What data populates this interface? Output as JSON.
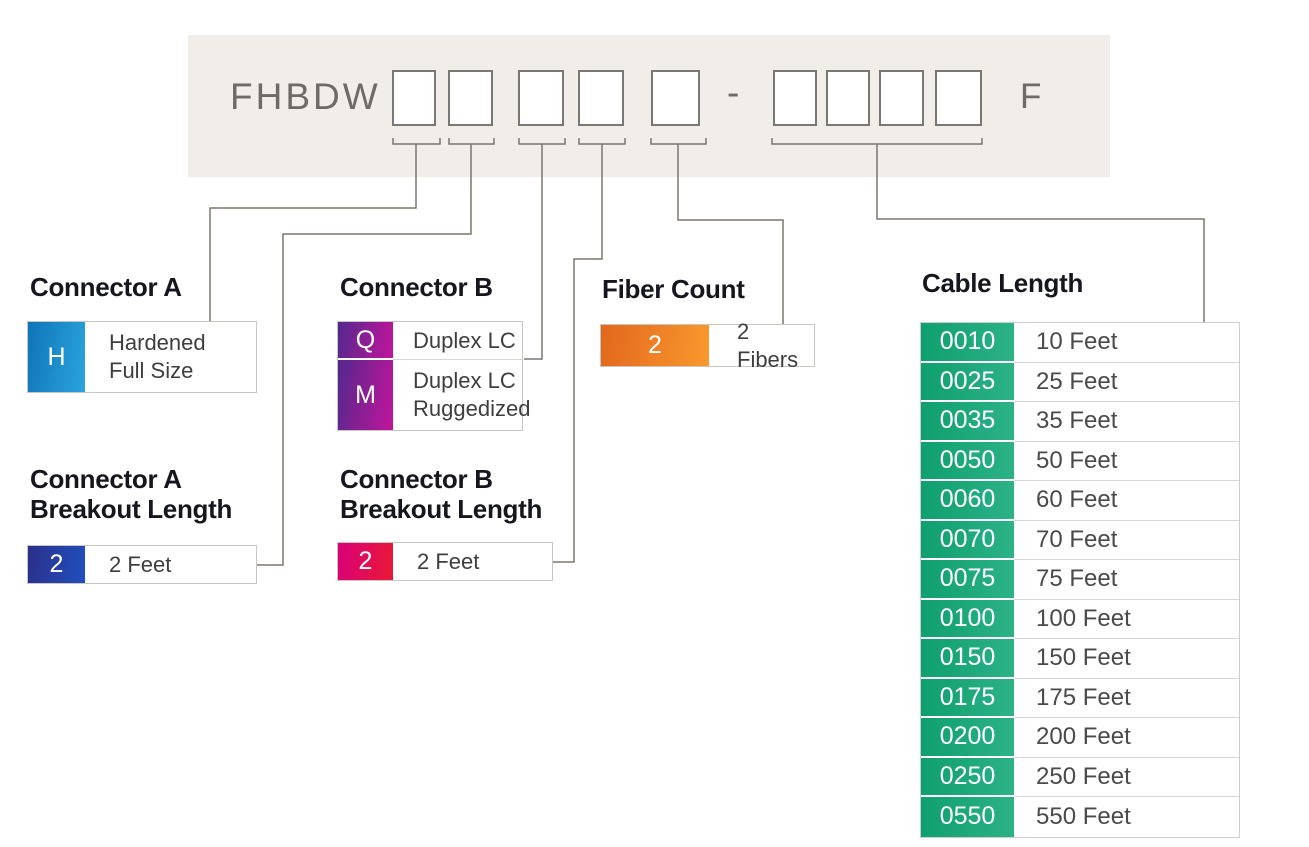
{
  "part_number": {
    "prefix": "FHBDW -",
    "separator": "-",
    "suffix": "F"
  },
  "legends": {
    "connector_a": {
      "title": "Connector A",
      "code": "H",
      "label_line1": "Hardened",
      "label_line2": "Full Size"
    },
    "connector_b": {
      "title": "Connector B",
      "options": [
        {
          "code": "Q",
          "label_line1": "Duplex LC",
          "label_line2": ""
        },
        {
          "code": "M",
          "label_line1": "Duplex LC",
          "label_line2": "Ruggedized"
        }
      ]
    },
    "fiber_count": {
      "title": "Fiber Count",
      "code": "2",
      "label": "2 Fibers"
    },
    "connector_a_breakout": {
      "title_line1": "Connector A",
      "title_line2": "Breakout Length",
      "code": "2",
      "label": "2 Feet"
    },
    "connector_b_breakout": {
      "title_line1": "Connector B",
      "title_line2": "Breakout Length",
      "code": "2",
      "label": "2 Feet"
    },
    "cable_length": {
      "title": "Cable Length",
      "rows": [
        {
          "code": "0010",
          "label": "10 Feet"
        },
        {
          "code": "0025",
          "label": "25 Feet"
        },
        {
          "code": "0035",
          "label": "35 Feet"
        },
        {
          "code": "0050",
          "label": "50 Feet"
        },
        {
          "code": "0060",
          "label": "60 Feet"
        },
        {
          "code": "0070",
          "label": "70 Feet"
        },
        {
          "code": "0075",
          "label": "75 Feet"
        },
        {
          "code": "0100",
          "label": "100 Feet"
        },
        {
          "code": "0150",
          "label": "150 Feet"
        },
        {
          "code": "0175",
          "label": "175 Feet"
        },
        {
          "code": "0200",
          "label": "200 Feet"
        },
        {
          "code": "0250",
          "label": "250 Feet"
        },
        {
          "code": "0550",
          "label": "550 Feet"
        }
      ]
    }
  },
  "colors": {
    "panel_bg": "#f1ede9",
    "leader_line": "#7b766f",
    "connector_a_blue_start": "#0f74b8",
    "connector_a_blue_end": "#2ba5de",
    "connector_b_purple_start": "#53298c",
    "connector_b_purple_end": "#c2149c",
    "fiber_orange_start": "#e2671d",
    "fiber_orange_end": "#f9992d",
    "breakout_a_navy_start": "#2b2f88",
    "breakout_a_navy_end": "#2150c0",
    "breakout_b_pink_start": "#d9007a",
    "breakout_b_pink_end": "#ea1a35",
    "cable_green_start": "#0f9f6e",
    "cable_green_end": "#2cb287"
  }
}
